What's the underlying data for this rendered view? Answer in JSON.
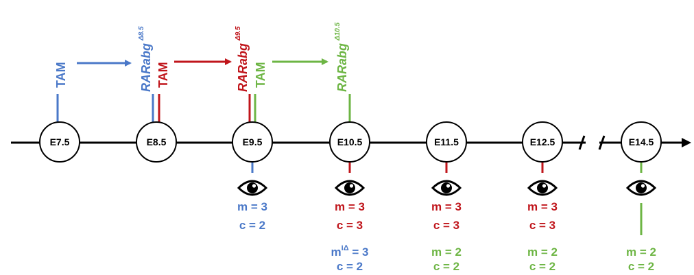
{
  "colors": {
    "blue": "#4a78c8",
    "red": "#c0151b",
    "green": "#6db544",
    "black": "#000000"
  },
  "timeline": {
    "stages": [
      {
        "id": "e75",
        "label": "E7.5"
      },
      {
        "id": "e85",
        "label": "E8.5"
      },
      {
        "id": "e95",
        "label": "E9.5"
      },
      {
        "id": "e105",
        "label": "E10.5"
      },
      {
        "id": "e115",
        "label": "E11.5"
      },
      {
        "id": "e125",
        "label": "E12.5"
      },
      {
        "id": "e145",
        "label": "E14.5"
      }
    ]
  },
  "treatments": [
    {
      "id": "tam1",
      "label": "TAM",
      "color": "blue"
    },
    {
      "id": "tam2",
      "label": "TAM",
      "color": "red"
    },
    {
      "id": "tam3",
      "label": "TAM",
      "color": "green"
    }
  ],
  "genotypes": [
    {
      "id": "g85",
      "main": "RARabg",
      "sup": "Δ8.5",
      "color": "blue"
    },
    {
      "id": "g95",
      "main": "RARabg",
      "sup": "Δ9.5",
      "color": "red"
    },
    {
      "id": "g105",
      "main": "RARabg",
      "sup": "Δ10.5",
      "color": "green"
    }
  ],
  "eye_icon": "eye-icon",
  "counts": {
    "e95": {
      "m": "m = 3",
      "c": "c = 2",
      "color": "blue"
    },
    "e105": {
      "m": "m = 3",
      "c": "c = 3",
      "color": "red",
      "m2_base": "m",
      "m2_sup": "iΔ",
      "m2_val": " = 3",
      "c2": "c = 2",
      "color2": "blue"
    },
    "e115": {
      "m": "m = 3",
      "c": "c = 3",
      "color": "red",
      "m2": "m = 2",
      "c2": "c = 2",
      "color2": "green"
    },
    "e125": {
      "m": "m = 3",
      "c": "c = 3",
      "color": "red",
      "m2": "m = 2",
      "c2": "c = 2",
      "color2": "green"
    },
    "e145": {
      "m": "m = 2",
      "c": "c = 2",
      "color": "green"
    }
  }
}
